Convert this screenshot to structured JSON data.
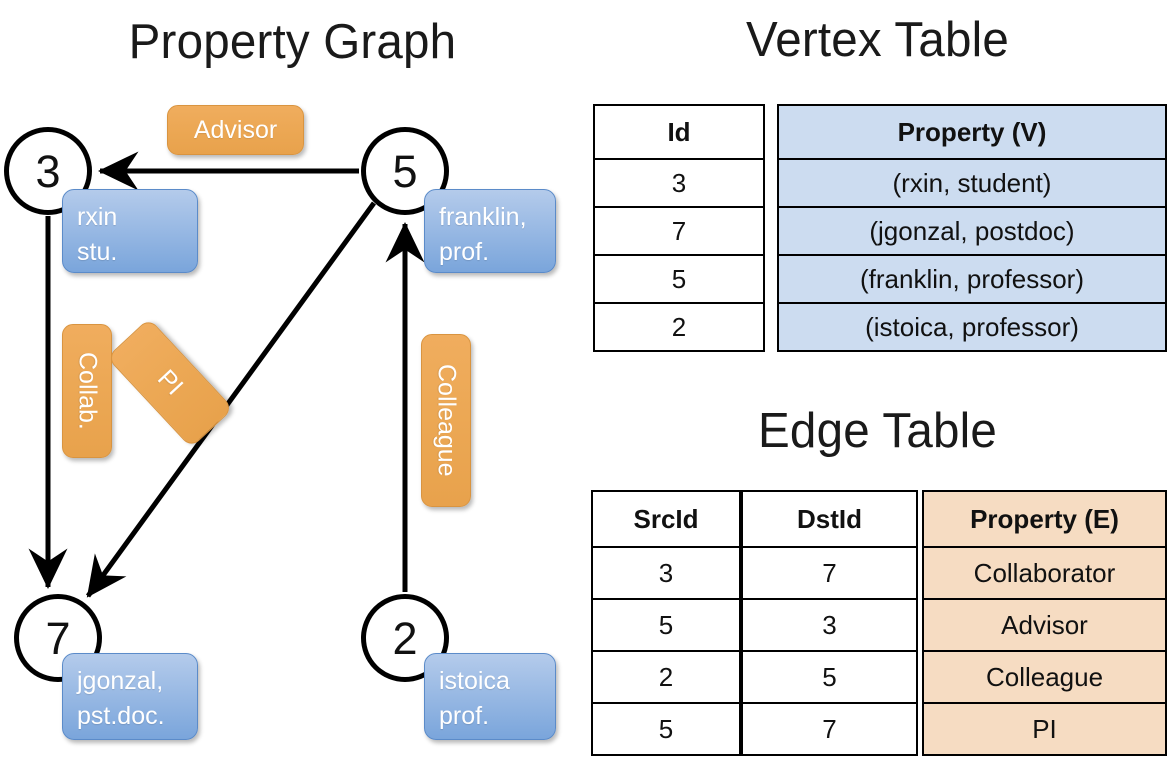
{
  "titles": {
    "property_graph": "Property Graph",
    "vertex_table": "Vertex Table",
    "edge_table": "Edge Table"
  },
  "graph": {
    "nodes": [
      {
        "id": "3",
        "property": {
          "line1": "rxin",
          "line2": "stu."
        }
      },
      {
        "id": "5",
        "property": {
          "line1": "franklin,",
          "line2": "prof."
        }
      },
      {
        "id": "7",
        "property": {
          "line1": "jgonzal,",
          "line2": "pst.doc."
        }
      },
      {
        "id": "2",
        "property": {
          "line1": "istoica",
          "line2": "prof."
        }
      }
    ],
    "edge_labels": {
      "advisor": "Advisor",
      "collab": "Collab.",
      "pi": "PI",
      "colleague": "Colleague"
    }
  },
  "vertex_table": {
    "headers": {
      "id": "Id",
      "property": "Property (V)"
    },
    "rows": [
      {
        "id": "3",
        "property": "(rxin, student)"
      },
      {
        "id": "7",
        "property": "(jgonzal, postdoc)"
      },
      {
        "id": "5",
        "property": "(franklin, professor)"
      },
      {
        "id": "2",
        "property": "(istoica, professor)"
      }
    ]
  },
  "edge_table": {
    "headers": {
      "src": "SrcId",
      "dst": "DstId",
      "property": "Property (E)"
    },
    "rows": [
      {
        "src": "3",
        "dst": "7",
        "property": "Collaborator"
      },
      {
        "src": "5",
        "dst": "3",
        "property": "Advisor"
      },
      {
        "src": "2",
        "dst": "5",
        "property": "Colleague"
      },
      {
        "src": "5",
        "dst": "7",
        "property": "PI"
      }
    ]
  },
  "colors": {
    "vertex_fill": "#ccdcf0",
    "edge_fill": "#f6dcc2",
    "node_property_blue": "#7aa5db",
    "edge_label_orange": "#eca855",
    "stroke": "#000000"
  }
}
